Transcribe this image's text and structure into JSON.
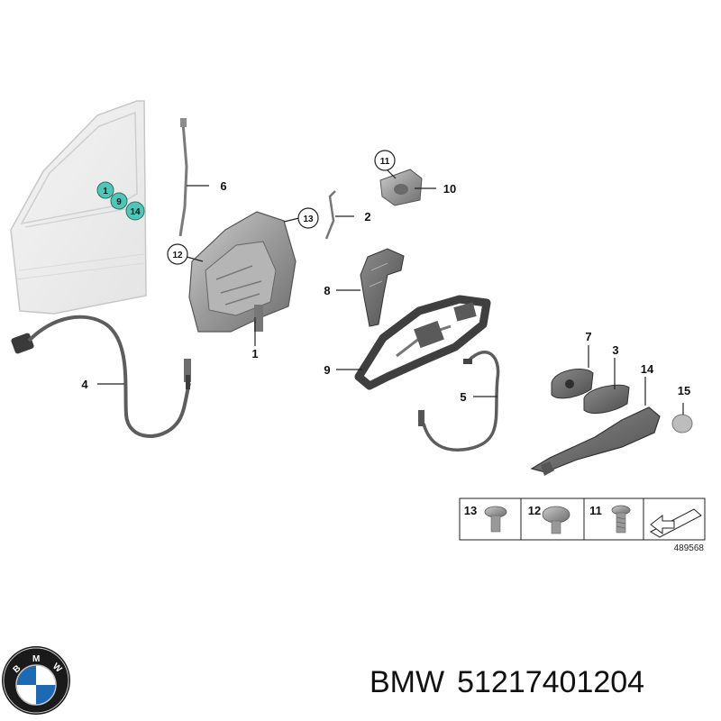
{
  "diagram": {
    "callouts": {
      "c1": "1",
      "c2": "2",
      "c3": "3",
      "c4": "4",
      "c5": "5",
      "c6": "6",
      "c7": "7",
      "c8": "8",
      "c9": "9",
      "c10": "10",
      "c11": "11",
      "c12": "12",
      "c13": "13",
      "c14": "14",
      "c15": "15"
    },
    "door_markers": {
      "m1": "1",
      "m9": "9",
      "m14": "14"
    },
    "screw_table": {
      "s13": "13",
      "s12": "12",
      "s11": "11"
    },
    "reference_number": "489568"
  },
  "caption": {
    "brand": "BMW",
    "part_number": "51217401204"
  },
  "logo": {
    "letters": "BMW"
  },
  "colors": {
    "marker_fill": "#4fc7b6",
    "part_gray": "#8a8a8a",
    "door_line": "#c7c7c7"
  }
}
